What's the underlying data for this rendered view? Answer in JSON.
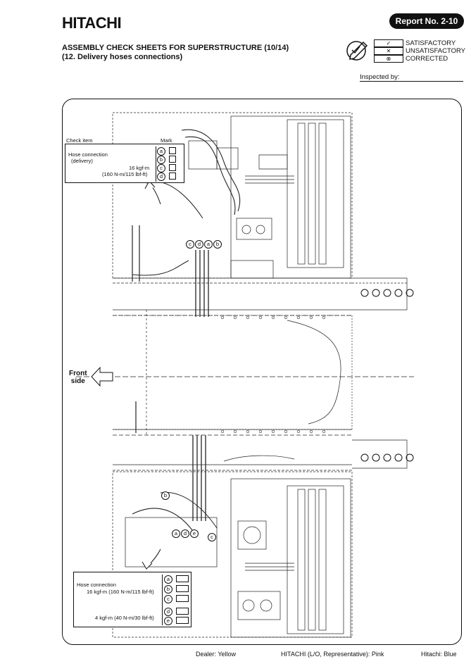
{
  "header": {
    "logo": "HITACHI",
    "report_no": "Report No. 2-10",
    "title": "ASSEMBLY CHECK SHEETS FOR SUPERSTRUCTURE (10/14)",
    "subtitle": "(12. Delivery hoses connections)",
    "inspected_by": "Inspected by:"
  },
  "legend": [
    {
      "symbol": "✓",
      "label": "SATISFACTORY"
    },
    {
      "symbol": "✕",
      "label": "UNSATISFACTORY"
    },
    {
      "symbol": "⊗",
      "label": "CORRECTED"
    }
  ],
  "top_callout": {
    "check_item": "Check item",
    "mark": "Mark",
    "line1": "Hose connection",
    "line2": "(delivery)",
    "torque1": "16 kgf-m",
    "torque2": "(160 N-m/115 lbf-ft)",
    "marks": [
      "a",
      "b",
      "c",
      "d"
    ]
  },
  "top_markers": [
    "c",
    "d",
    "a",
    "b"
  ],
  "bottom_markers": [
    "a",
    "d",
    "e",
    "c"
  ],
  "bottom_b_marker": "b",
  "bottom_callout": {
    "line1": "Hose connection",
    "line2": "16 kgf-m (160 N-m/115 lbf-ft)",
    "line3": "4 kgf-m (40 N-m/30 lbf-ft)",
    "marks_group1": [
      "a",
      "b",
      "c"
    ],
    "marks_group2": [
      "d",
      "e"
    ]
  },
  "front": {
    "line1": "Front",
    "line2": "side"
  },
  "footer": {
    "dealer": "Dealer: Yellow",
    "hitachi_lo": "HITACHI (L/O, Representative): Pink",
    "hitachi": "Hitachi: Blue"
  }
}
